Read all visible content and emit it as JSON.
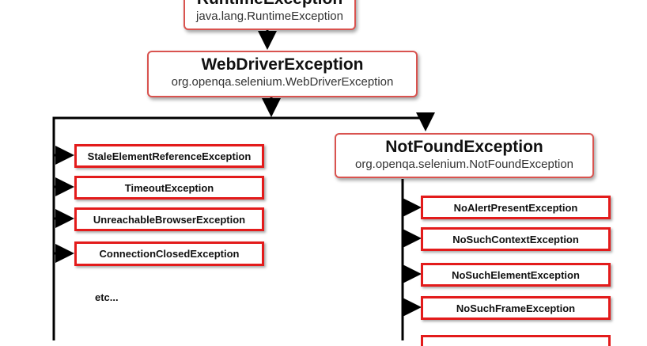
{
  "nodes": {
    "runtime": {
      "title": "RuntimeException",
      "subtitle": "java.lang.RuntimeException"
    },
    "webdriver": {
      "title": "WebDriverException",
      "subtitle": "org.openqa.selenium.WebDriverException"
    },
    "notfound": {
      "title": "NotFoundException",
      "subtitle": "org.openqa.selenium.NotFoundException"
    }
  },
  "left_children": [
    "StaleElementReferenceException",
    "TimeoutException",
    "UnreachableBrowserException",
    "ConnectionClosedException"
  ],
  "left_more": "etc...",
  "right_children": [
    "NoAlertPresentException",
    "NoSuchContextException",
    "NoSuchElementException",
    "NoSuchFrameException",
    ""
  ]
}
